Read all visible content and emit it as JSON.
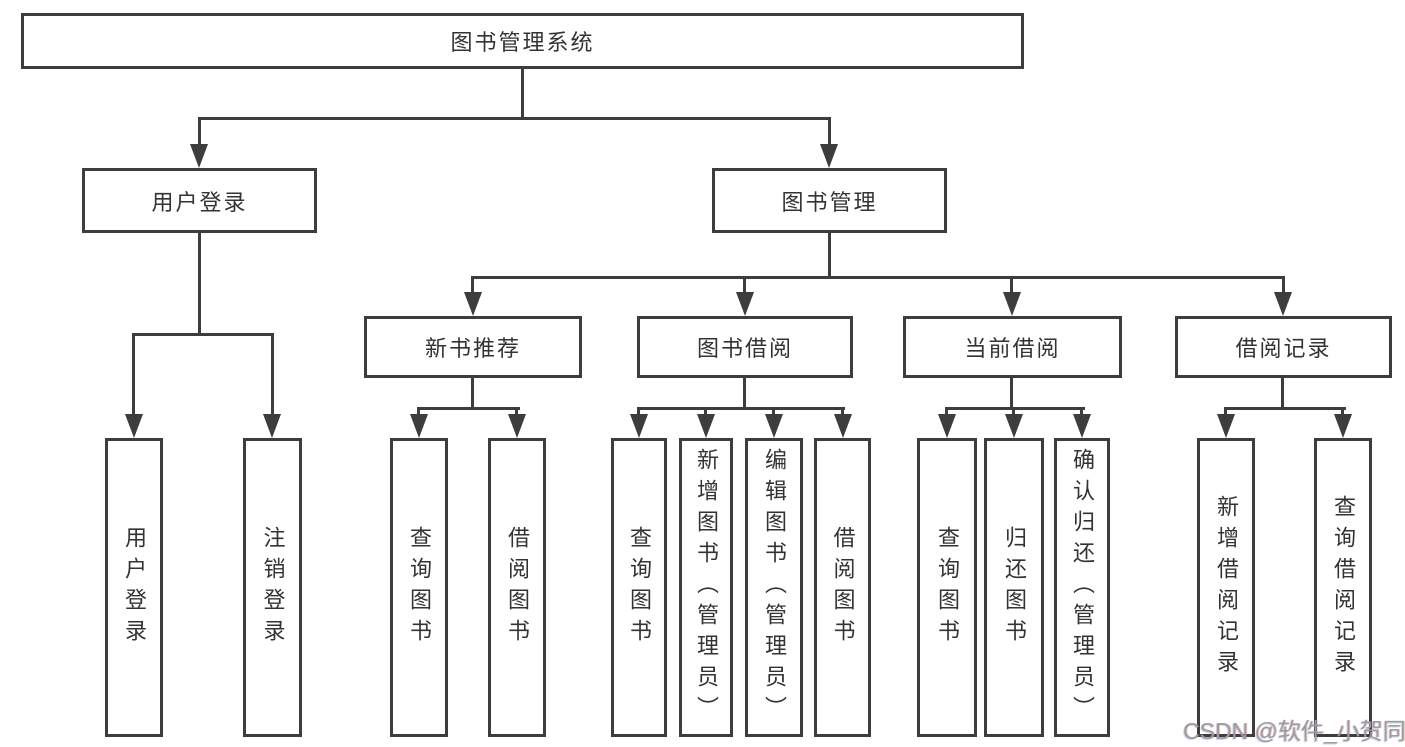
{
  "diagram_title": "图书管理系统",
  "nodes": {
    "root": {
      "label": "图书管理系统"
    },
    "level2": [
      {
        "label": "用户登录"
      },
      {
        "label": "图书管理"
      }
    ],
    "level3": [
      {
        "label": "新书推荐",
        "parent": "图书管理"
      },
      {
        "label": "图书借阅",
        "parent": "图书管理"
      },
      {
        "label": "当前借阅",
        "parent": "图书管理"
      },
      {
        "label": "借阅记录",
        "parent": "图书管理"
      }
    ],
    "leaves": [
      {
        "label": "用户登录",
        "parent": "用户登录"
      },
      {
        "label": "注销登录",
        "parent": "用户登录"
      },
      {
        "label": "查询图书",
        "parent": "新书推荐"
      },
      {
        "label": "借阅图书",
        "parent": "新书推荐"
      },
      {
        "label": "查询图书",
        "parent": "图书借阅"
      },
      {
        "label": "新增图书（管理员）",
        "parent": "图书借阅"
      },
      {
        "label": "编辑图书（管理员）",
        "parent": "图书借阅"
      },
      {
        "label": "借阅图书",
        "parent": "图书借阅"
      },
      {
        "label": "查询图书",
        "parent": "当前借阅"
      },
      {
        "label": "归还图书",
        "parent": "当前借阅"
      },
      {
        "label": "确认归还（管理员）",
        "parent": "当前借阅"
      },
      {
        "label": "新增借阅记录",
        "parent": "借阅记录"
      },
      {
        "label": "查询借阅记录",
        "parent": "借阅记录"
      }
    ]
  },
  "watermark": "CSDN @软件_小贺同学",
  "colors": {
    "line": "#3d3d3d",
    "text": "#333333",
    "background": "#ffffff",
    "watermark": "#9d9d9d"
  }
}
